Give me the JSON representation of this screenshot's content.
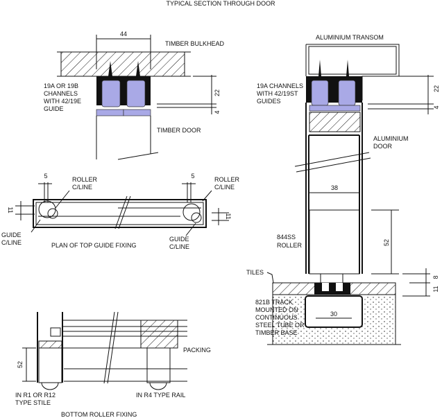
{
  "title": "TYPICAL SECTION THROUGH DOOR",
  "top_left": {
    "dim_width": "44",
    "bulkhead": "TIMBER BULKHEAD",
    "channels": [
      "19A OR 19B",
      "CHANNELS",
      "WITH 42/19E",
      "GUIDE"
    ],
    "door": "TIMBER DOOR",
    "dim_22": "22",
    "dim_4": "4"
  },
  "right": {
    "transom": "ALUMINIUM TRANSOM",
    "channels": [
      "19A CHANNELS",
      "WITH 42/19ST",
      "GUIDES"
    ],
    "door": [
      "ALUMINIUM",
      "DOOR"
    ],
    "dim_22": "22",
    "dim_4": "4",
    "dim_38": "38",
    "roller": [
      "844SS",
      "ROLLER"
    ],
    "dim_52": "52",
    "tiles": "TILES",
    "dim_11": "11",
    "dim_8": "8",
    "track": [
      "821B TRACK",
      "MOUNTED ON",
      "CONTINUOUS",
      "STEEL TUBE OR",
      "TIMBER BASE"
    ],
    "dim_30": "30"
  },
  "plan": {
    "dim_5_left": "5",
    "dim_5_right": "5",
    "roller_left": [
      "ROLLER",
      "C/LINE"
    ],
    "roller_right": [
      "ROLLER",
      "C/LINE"
    ],
    "dim_11_left": "11",
    "dim_11_right": "11",
    "guide_left": [
      "GUIDE",
      "C/LINE"
    ],
    "guide_right": [
      "GUIDE",
      "C/LINE"
    ],
    "caption": "PLAN OF TOP GUIDE FIXING"
  },
  "bottom": {
    "dim_52": "52",
    "packing": "PACKING",
    "stile": [
      "IN R1 OR R12",
      "TYPE STILE"
    ],
    "rail": "IN R4 TYPE RAIL",
    "caption": "BOTTOM ROLLER FIXING"
  }
}
